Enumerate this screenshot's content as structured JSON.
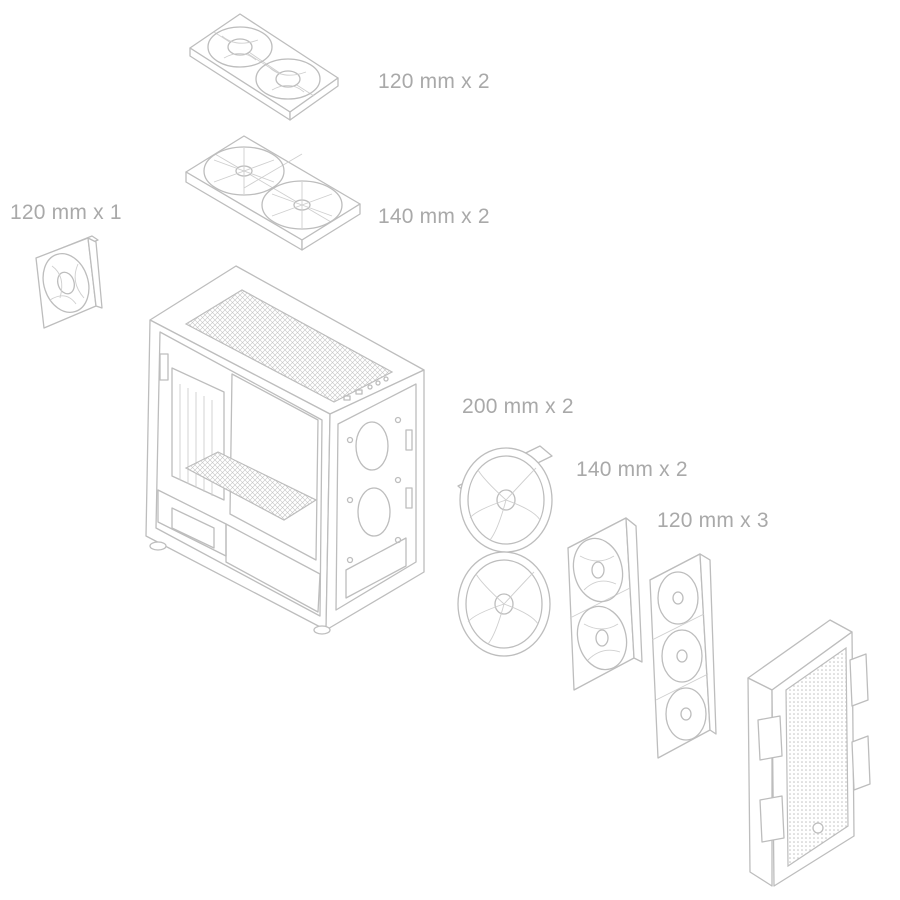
{
  "labels": {
    "top_fans_120": "120 mm x 2",
    "top_fans_140": "140 mm x 2",
    "rear_fan_120": "120 mm x 1",
    "front_fans_200": "200 mm x 2",
    "front_fans_140": "140 mm x 2",
    "front_fans_120": "120 mm x 3"
  },
  "colors": {
    "line": "#bdbdbd",
    "label_text": "#a9a9a9",
    "background": "#ffffff"
  }
}
